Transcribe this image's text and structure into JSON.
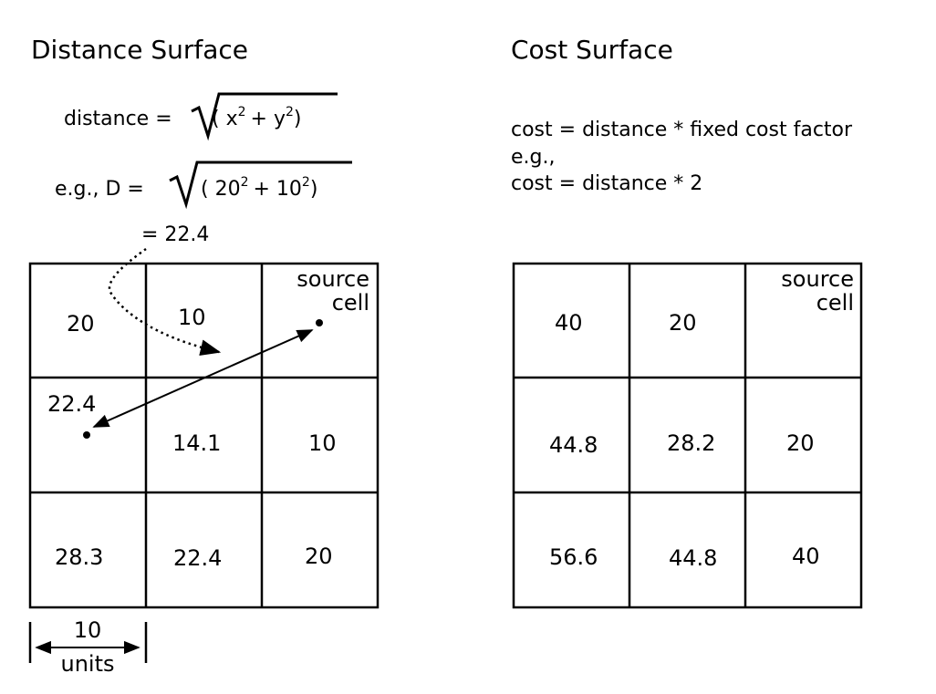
{
  "distance_panel": {
    "title": "Distance Surface",
    "formula": {
      "lhs": "distance =",
      "radicand_open": "( x",
      "exp1": "2",
      "plus": "+ y",
      "exp2": "2",
      "close": ")"
    },
    "example": {
      "lhs": "e.g., D =",
      "radicand_open": "( 20",
      "exp1": "2",
      "plus": "+ 10",
      "exp2": "2",
      "close": ")",
      "result": "= 22.4"
    },
    "grid": [
      [
        "20",
        "10",
        ""
      ],
      [
        "22.4",
        "14.1",
        "10"
      ],
      [
        "28.3",
        "22.4",
        "20"
      ]
    ],
    "source_label_line1": "source",
    "source_label_line2": "cell",
    "scale_value": "10",
    "scale_unit": "units"
  },
  "cost_panel": {
    "title": "Cost Surface",
    "formula_line1": "cost = distance * fixed cost factor",
    "formula_line2": "e.g.,",
    "formula_line3": "cost = distance * 2",
    "grid": [
      [
        "40",
        "20",
        ""
      ],
      [
        "44.8",
        "28.2",
        "20"
      ],
      [
        "56.6",
        "44.8",
        "40"
      ]
    ],
    "source_label_line1": "source",
    "source_label_line2": "cell"
  }
}
